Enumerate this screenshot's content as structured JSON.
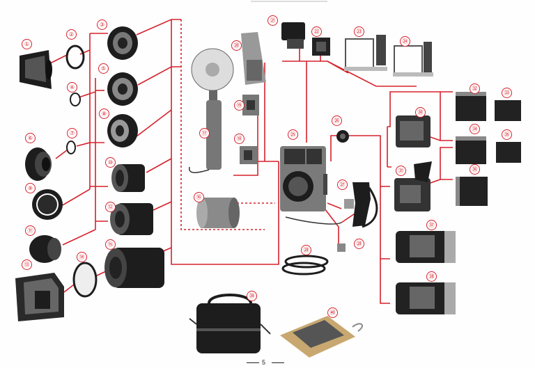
{
  "colors": {
    "line": "#d6202a",
    "ink": "#1d1d1d",
    "paper": "#fefefe"
  },
  "callouts": [
    {
      "label": "①",
      "part": "lens-hood-small"
    },
    {
      "label": "②",
      "part": "filter-ring"
    },
    {
      "label": "③",
      "part": "wide-lens"
    },
    {
      "label": "④",
      "part": "filter-ring-small"
    },
    {
      "label": "⑤",
      "part": "standard-lens"
    },
    {
      "label": "⑥",
      "part": "lens-hood-round"
    },
    {
      "label": "⑦",
      "part": "filter-ring-tiny"
    },
    {
      "label": "⑧",
      "part": "lens-compact"
    },
    {
      "label": "⑨",
      "part": "lens-hood-ring"
    },
    {
      "label": "⑩",
      "part": "lens-medium"
    },
    {
      "label": "⑪",
      "part": "lens-hood-tube"
    },
    {
      "label": "⑫",
      "part": "lens-tele"
    },
    {
      "label": "⑬",
      "part": "lens-hood-box"
    },
    {
      "label": "⑭",
      "part": "filter-large"
    },
    {
      "label": "⑮",
      "part": "lens-long"
    },
    {
      "label": "⑯",
      "part": "extension-tube"
    },
    {
      "label": "⑰",
      "part": "flash-unit"
    },
    {
      "label": "⑱",
      "part": "flash-bracket"
    },
    {
      "label": "⑲",
      "part": "flash-mount"
    },
    {
      "label": "⑳",
      "part": "flash-grip"
    },
    {
      "label": "㉑",
      "part": "prism-finder"
    },
    {
      "label": "㉒",
      "part": "viewfinder-box"
    },
    {
      "label": "㉓",
      "part": "frame-finder"
    },
    {
      "label": "㉔",
      "part": "frame-finder-alt"
    },
    {
      "label": "㉕",
      "part": "camera-body"
    },
    {
      "label": "㉖",
      "part": "eyepiece"
    },
    {
      "label": "㉗",
      "part": "pistol-grip"
    },
    {
      "label": "㉘",
      "part": "cable-release"
    },
    {
      "label": "㉙",
      "part": "shutter-adapter"
    },
    {
      "label": "㉚",
      "part": "film-back"
    },
    {
      "label": "㉛",
      "part": "film-back-finder"
    },
    {
      "label": "㉜",
      "part": "holder-1"
    },
    {
      "label": "㉝",
      "part": "holder-2"
    },
    {
      "label": "㉞",
      "part": "holder-3"
    },
    {
      "label": "㉟",
      "part": "holder-4"
    },
    {
      "label": "㊱",
      "part": "holder-5"
    },
    {
      "label": "㊲",
      "part": "roll-back-1"
    },
    {
      "label": "㊳",
      "part": "roll-back-2"
    },
    {
      "label": "㊴",
      "part": "carry-case"
    },
    {
      "label": "㊵",
      "part": "developing-tray"
    }
  ],
  "page_number": "5"
}
